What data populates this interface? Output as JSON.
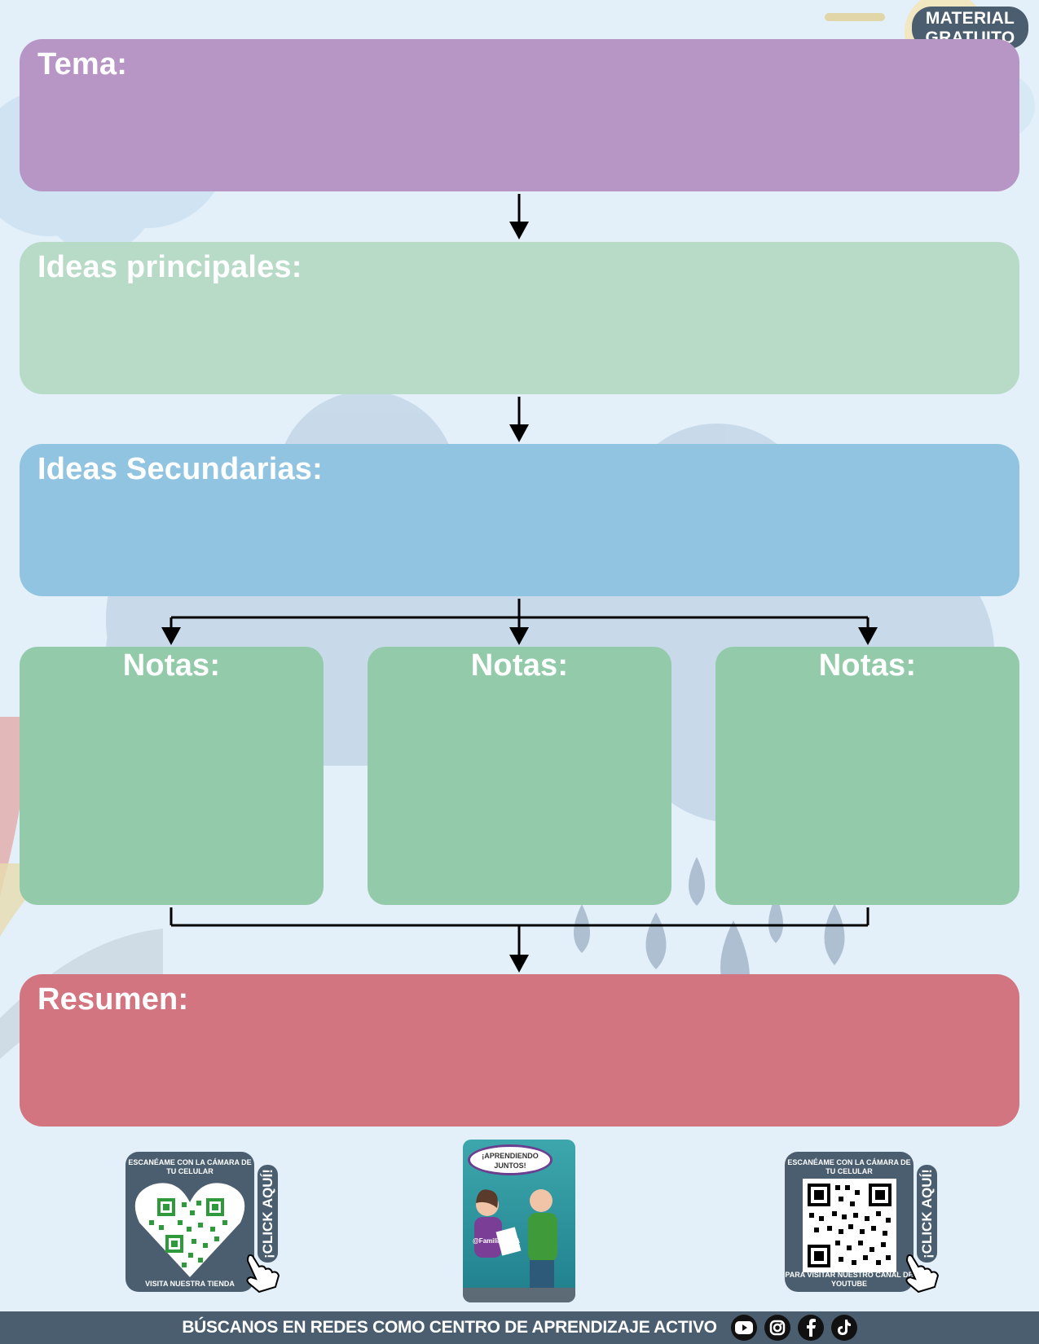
{
  "badge": {
    "line1": "MATERIAL",
    "line2": "GRATUITO"
  },
  "boxes": {
    "tema": "Tema:",
    "principales": "Ideas principales:",
    "secundarias": "Ideas Secundarias:",
    "notas": [
      "Notas:",
      "Notas:",
      "Notas:"
    ],
    "resumen": "Resumen:"
  },
  "store_qr": {
    "caption_top": "ESCANÉAME CON LA CÁMARA DE TU CELULAR",
    "caption_bottom": "VISITA NUESTRA TIENDA",
    "tab_label": "¡CLICK AQUÍ!"
  },
  "youtube_qr": {
    "caption_top": "ESCANÉAME CON LA CÁMARA DE TU CELULAR",
    "caption_bottom": "PARA VISITAR NUESTRO CANAL DE YOUTUBE",
    "tab_label": "¡CLICK AQUÍ!"
  },
  "phone": {
    "bubble": "¡APRENDIENDO JUNTOS!",
    "handle": "@FamiliaCEAA"
  },
  "footer": {
    "text": "BÚSCANOS EN REDES COMO CENTRO DE APRENDIZAJE ACTIVO",
    "icons": [
      "youtube-icon",
      "instagram-icon",
      "facebook-icon",
      "tiktok-icon"
    ]
  },
  "colors": {
    "tema": "#b795c5",
    "principales": "#b8dbc8",
    "secundarias": "#90c4e1",
    "notas": "#93cbaa",
    "resumen": "#d37580",
    "dark": "#4a5e70"
  }
}
